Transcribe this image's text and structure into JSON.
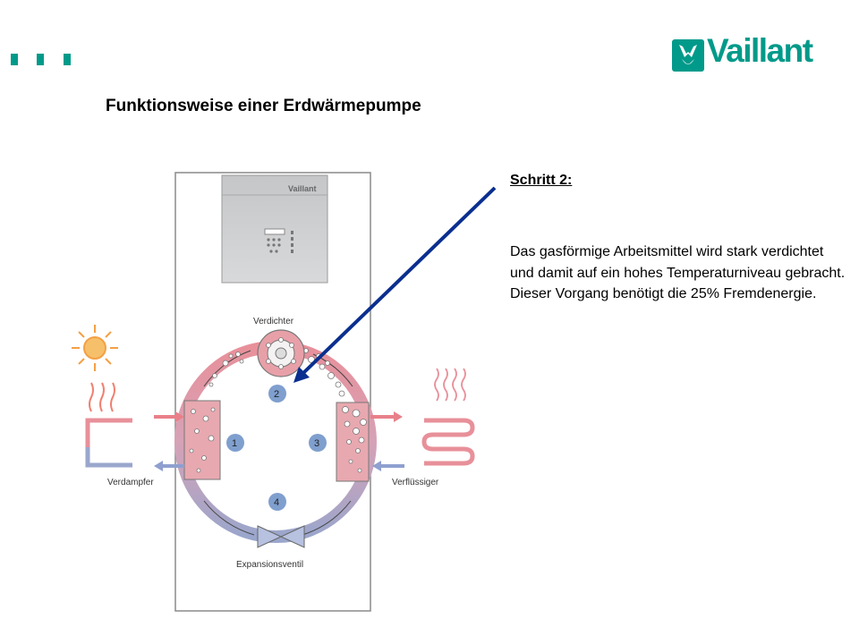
{
  "header": {
    "title": "Funktionsweise einer Erdwärmepumpe",
    "logo_text": "Vaillant"
  },
  "sidebar_text": {
    "step_title": "Schritt 2:",
    "description": "Das gasförmige Arbeitsmittel wird stark verdichtet und damit auf ein hohes Temperaturniveau gebracht. Dieser Vorgang benötigt die 25% Fremdenergie."
  },
  "diagram": {
    "unit_brand": "Vaillant",
    "labels": {
      "compressor": "Verdichter",
      "evaporator": "Verdampfer",
      "condenser": "Verflüssiger",
      "expansion_valve": "Expansionsventil"
    },
    "steps": [
      "1",
      "2",
      "3",
      "4"
    ]
  },
  "colors": {
    "brand": "#009a8a",
    "arrow": "#0a2f8f",
    "warm": "#e8909a",
    "cold": "#9aa6cc",
    "step_circle": "#7f9fce"
  }
}
